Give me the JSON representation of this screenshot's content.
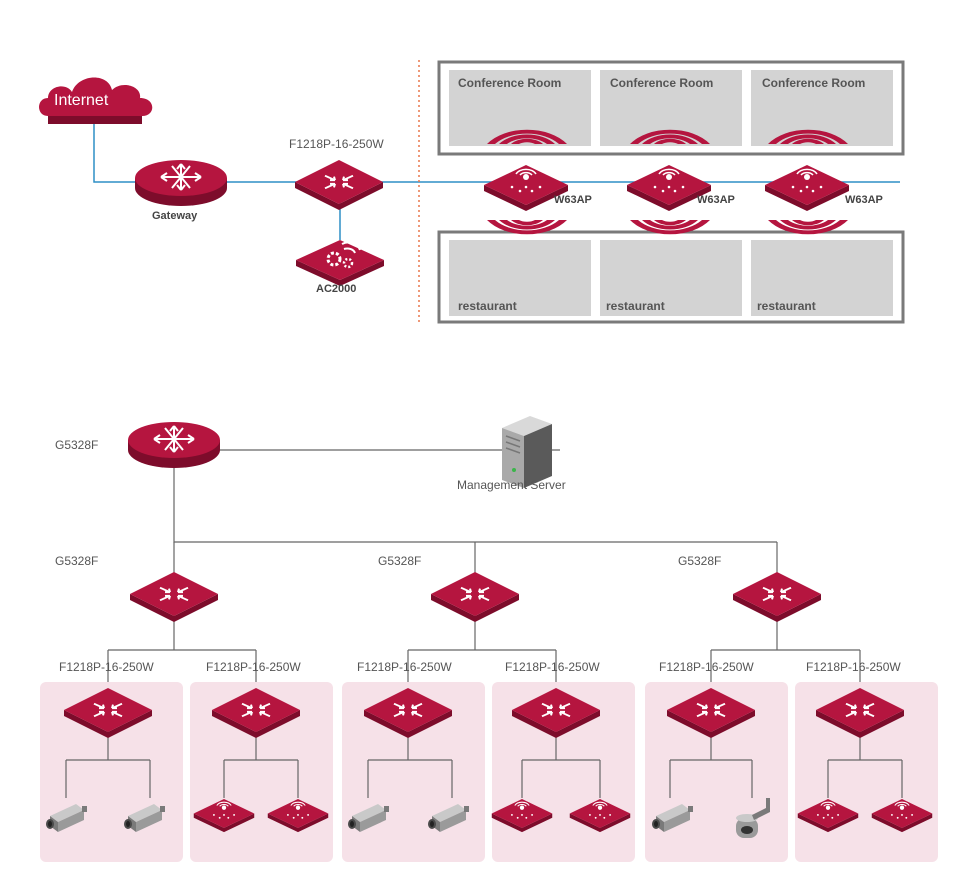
{
  "colors": {
    "device": "#b5153f",
    "device_dark": "#7d0c2b",
    "line_blue": "#2e8fc6",
    "line_gray": "#666666",
    "divider": "#e8774c",
    "room_fill": "#d3d3d3",
    "room_frame": "#7a7a7a",
    "zone_fill": "#f6e1e8"
  },
  "top": {
    "internet": "Internet",
    "gateway": "Gateway",
    "poe_switch": "F1218P-16-250W",
    "controller": "AC2000",
    "conference_rooms": [
      "Conference Room",
      "Conference Room",
      "Conference Room"
    ],
    "restaurants": [
      "restaurant",
      "restaurant",
      "restaurant"
    ],
    "aps": [
      "W63AP",
      "W63AP",
      "W63AP"
    ]
  },
  "bottom": {
    "core_switch": "G5328F",
    "server": "Management Server",
    "aggregation": [
      "G5328F",
      "G5328F",
      "G5328F"
    ],
    "access": [
      "F1218P-16-250W",
      "F1218P-16-250W",
      "F1218P-16-250W",
      "F1218P-16-250W",
      "F1218P-16-250W",
      "F1218P-16-250W"
    ],
    "endpoints": [
      [
        "camera-icon",
        "camera-icon"
      ],
      [
        "access-point-icon",
        "access-point-icon"
      ],
      [
        "camera-icon",
        "camera-icon"
      ],
      [
        "access-point-icon",
        "access-point-icon"
      ],
      [
        "camera-icon",
        "dome-camera-icon"
      ],
      [
        "access-point-icon",
        "access-point-icon"
      ]
    ]
  }
}
